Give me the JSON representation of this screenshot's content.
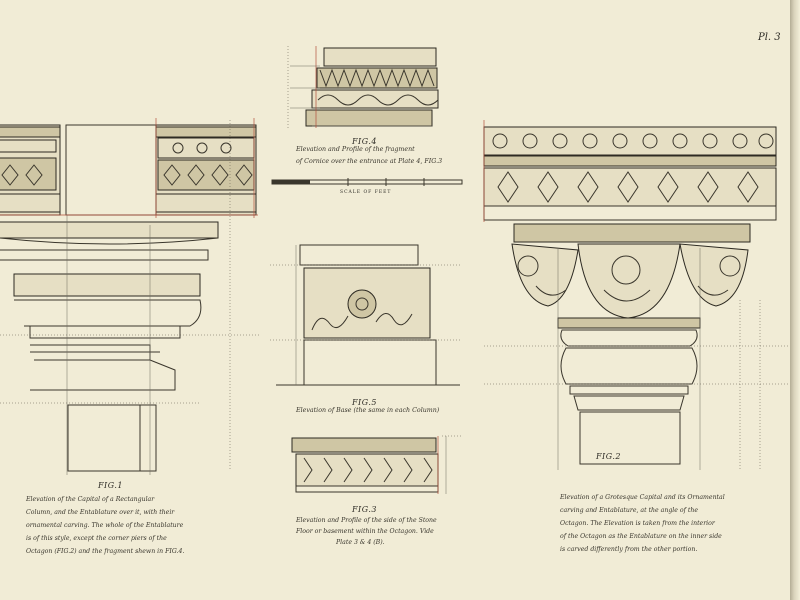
{
  "plate": {
    "label": "Pl. 3"
  },
  "figures": [
    {
      "id": "fig1",
      "label": "FIG.1",
      "caption": [
        "Elevation of the Capital of a Rectangular",
        "Column, and the Entablature over it, with their",
        "ornamental carving. The whole of the Entablature",
        "is of this style, except the corner piers of the",
        "Octagon (FIG.2) and the fragment shewn in FIG.4."
      ]
    },
    {
      "id": "fig2",
      "label": "FIG.2",
      "caption": [
        "Elevation of a Grotesque Capital and its Ornamental",
        "carving and Entablature, at the angle of the",
        "Octagon. The Elevation is taken from the interior",
        "of the Octagon as the Entablature on the inner side",
        "is carved differently from the other portion."
      ]
    },
    {
      "id": "fig3",
      "label": "FIG.3",
      "caption": [
        "Elevation and Profile of the side of the Stone",
        "Floor or basement within the Octagon. Vide",
        "Plate 3 & 4 (B)."
      ]
    },
    {
      "id": "fig4",
      "label": "FIG.4",
      "caption": [
        "Elevation and Profile of the fragment",
        "of Cornice over the entrance at Plate 4, FIG.3"
      ]
    },
    {
      "id": "fig5",
      "label": "FIG.5",
      "caption": [
        "Elevation of Base (the same in each Column)"
      ]
    }
  ],
  "scale": {
    "label": "SCALE OF FEET"
  },
  "colors": {
    "paper": "#f1ecd6",
    "ink": "#2c2a24",
    "red_line": "#b2513c"
  }
}
